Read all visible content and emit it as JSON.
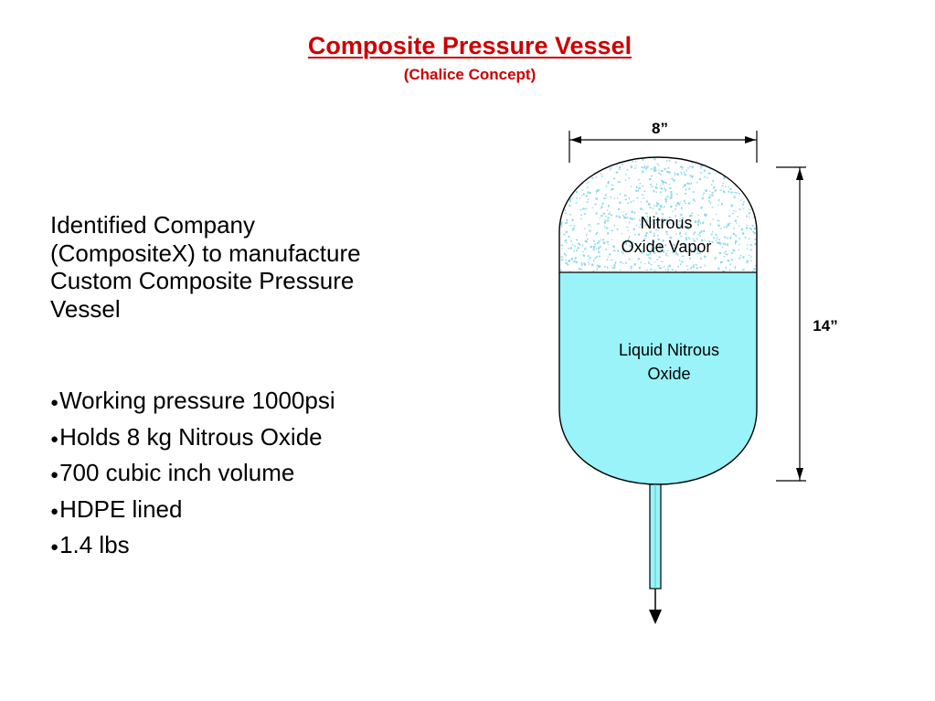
{
  "title": "Composite Pressure Vessel",
  "subtitle": "(Chalice Concept)",
  "intro_lines": [
    "Identified Company",
    "(CompositeX) to manufacture",
    "Custom Composite Pressure",
    "Vessel"
  ],
  "bullets": [
    "Working pressure 1000psi",
    "Holds 8 kg Nitrous Oxide",
    "700 cubic inch volume",
    "HDPE lined",
    "1.4 lbs"
  ],
  "diagram": {
    "width_label": "8”",
    "height_label": "14”",
    "vapor_label": [
      "Nitrous",
      "Oxide Vapor"
    ],
    "liquid_label": [
      "Liquid Nitrous",
      "Oxide"
    ],
    "colors": {
      "title": "#cc0000",
      "liquid": "#99f3f8",
      "vapor_speckle": "#8ed9e8",
      "outline": "#000000"
    }
  }
}
